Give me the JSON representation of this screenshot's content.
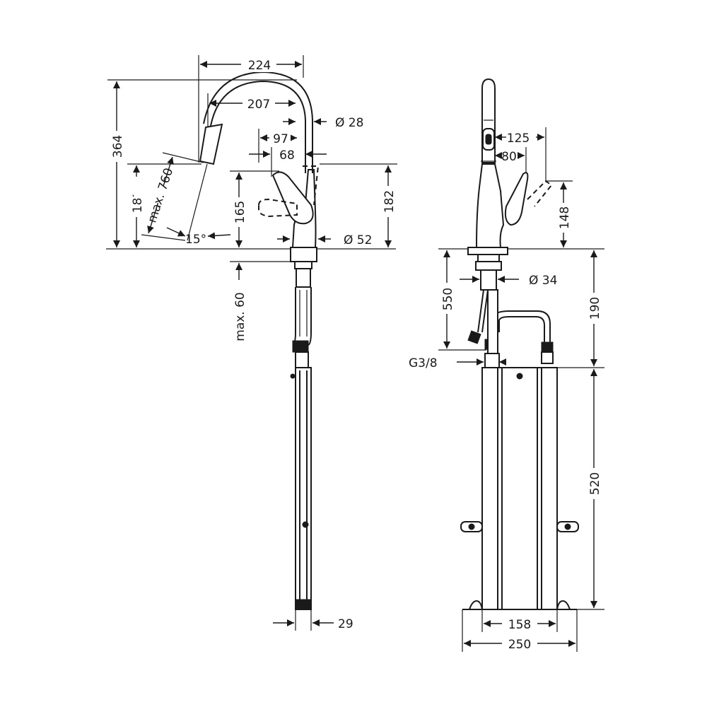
{
  "colors": {
    "line": "#1a1a1a",
    "background": "#ffffff"
  },
  "side_view": {
    "dim_width_total": "224",
    "dim_spout_reach": "207",
    "dim_spout_diameter": "Ø 28",
    "dim_handle_offset_1": "97",
    "dim_handle_offset_2": "68",
    "dim_total_height": "364",
    "dim_outlet_height": "183",
    "dim_pullout_length": "max. 760",
    "dim_angle": "15°",
    "dim_handle_height": "165",
    "dim_height_right": "182",
    "dim_base_diameter": "Ø 52",
    "dim_max_thickness": "max. 60",
    "dim_weight_width": "29"
  },
  "front_view": {
    "dim_handle_reach_1": "125",
    "dim_handle_reach_2": "80",
    "dim_handle_lever": "148",
    "dim_shank_diameter": "Ø 34",
    "dim_hose_length": "550",
    "dim_connection_height": "190",
    "dim_thread": "G3/8",
    "dim_box_height": "520",
    "dim_box_inner_width": "158",
    "dim_box_width": "250"
  }
}
